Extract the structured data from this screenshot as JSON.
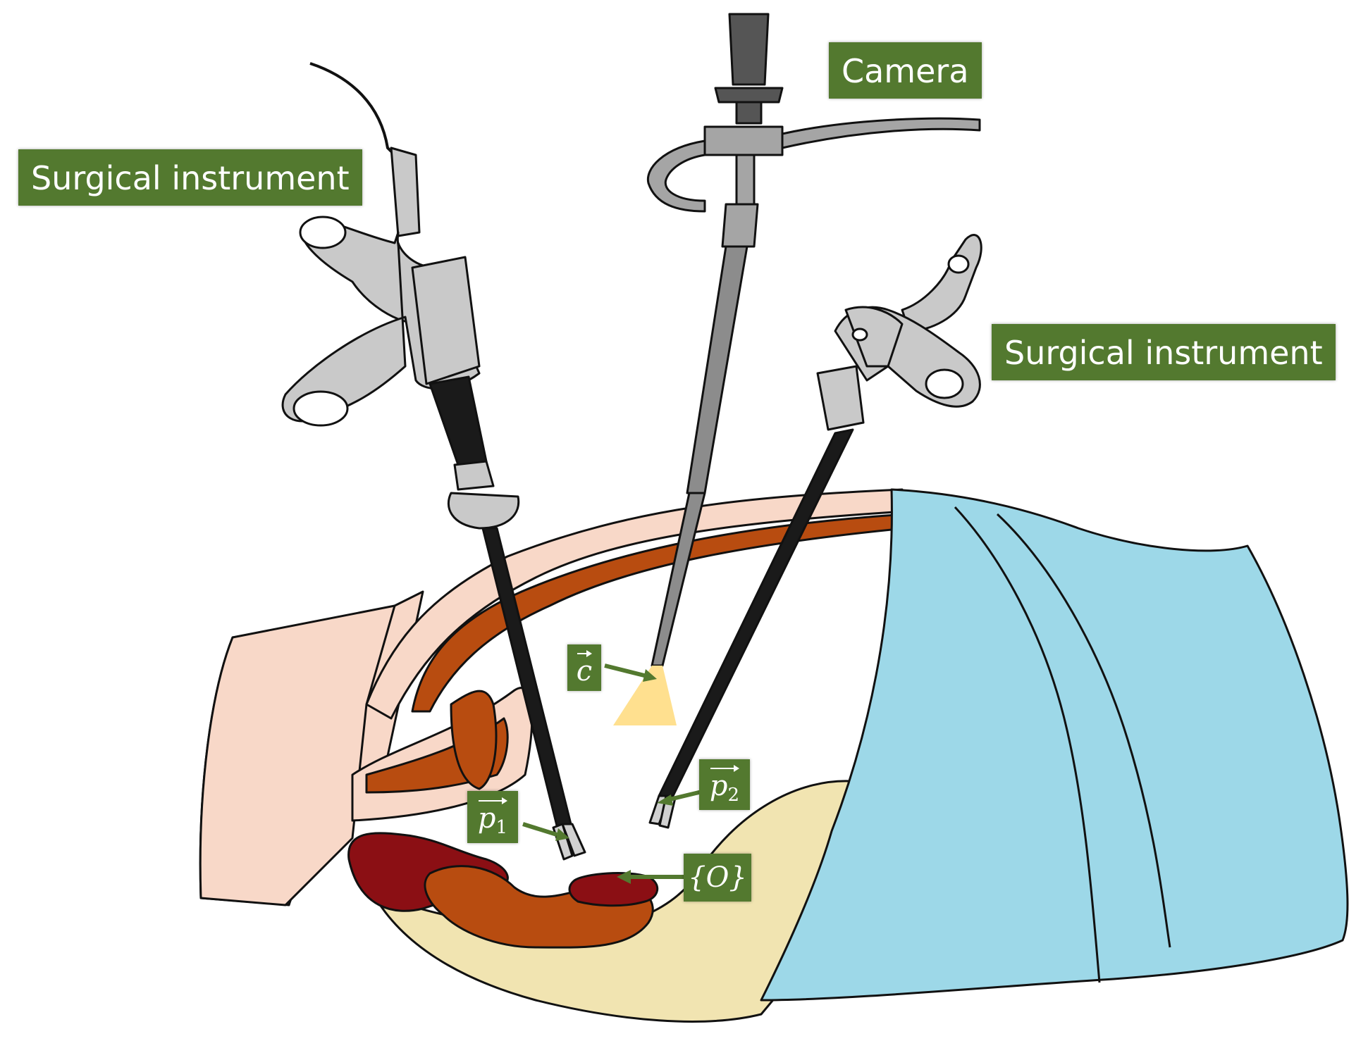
{
  "labels": {
    "camera": "Camera",
    "surgical_instrument_left": "Surgical instrument",
    "surgical_instrument_right": "Surgical instrument"
  },
  "symbols": {
    "camera_tip": {
      "base": "c",
      "sub": ""
    },
    "instrument_tip_1": {
      "base": "p",
      "sub": "1"
    },
    "instrument_tip_2": {
      "base": "p",
      "sub": "2"
    },
    "origin": "{O}"
  },
  "colors": {
    "label_bg": "#53792f",
    "skin": "#f8d8c8",
    "tissue": "#b84c10",
    "organ_dark": "#8b0f14",
    "fat": "#f1e4b1",
    "drape": "#9dd8e8",
    "instrument": "#c9c9c9",
    "shaft": "#1a1a1a",
    "camera_light": "#ffe08f"
  }
}
